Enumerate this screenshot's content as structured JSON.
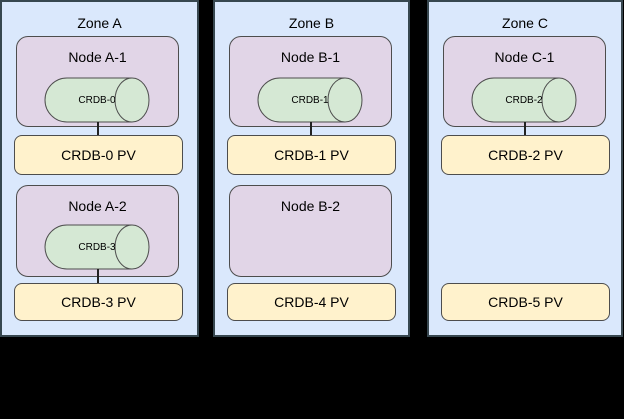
{
  "colors": {
    "background": "#000000",
    "zone_fill": "#dae8fc",
    "zone_border": "#37474f",
    "node_fill": "#e1d5e7",
    "node_border": "#4d4d4d",
    "cylinder_fill": "#d5e8d4",
    "cylinder_border": "#4d4d4d",
    "pv_fill": "#fff2cc",
    "pv_border": "#4d4d4d",
    "connector": "#222222",
    "text": "#000000"
  },
  "diagram": {
    "zones": [
      {
        "title": "Zone A",
        "node1": {
          "label": "Node A-1",
          "cylinder_label": "CRDB-0"
        },
        "pv1": {
          "label": "CRDB-0 PV"
        },
        "node2": {
          "label": "Node A-2",
          "cylinder_label": "CRDB-3"
        },
        "pv2": {
          "label": "CRDB-3 PV"
        }
      },
      {
        "title": "Zone B",
        "node1": {
          "label": "Node B-1",
          "cylinder_label": "CRDB-1"
        },
        "pv1": {
          "label": "CRDB-1 PV"
        },
        "node2": {
          "label": "Node B-2"
        },
        "pv2": {
          "label": "CRDB-4 PV"
        }
      },
      {
        "title": "Zone C",
        "node1": {
          "label": "Node C-1",
          "cylinder_label": "CRDB-2"
        },
        "pv1": {
          "label": "CRDB-2 PV"
        },
        "pv2": {
          "label": "CRDB-5 PV"
        }
      }
    ]
  }
}
